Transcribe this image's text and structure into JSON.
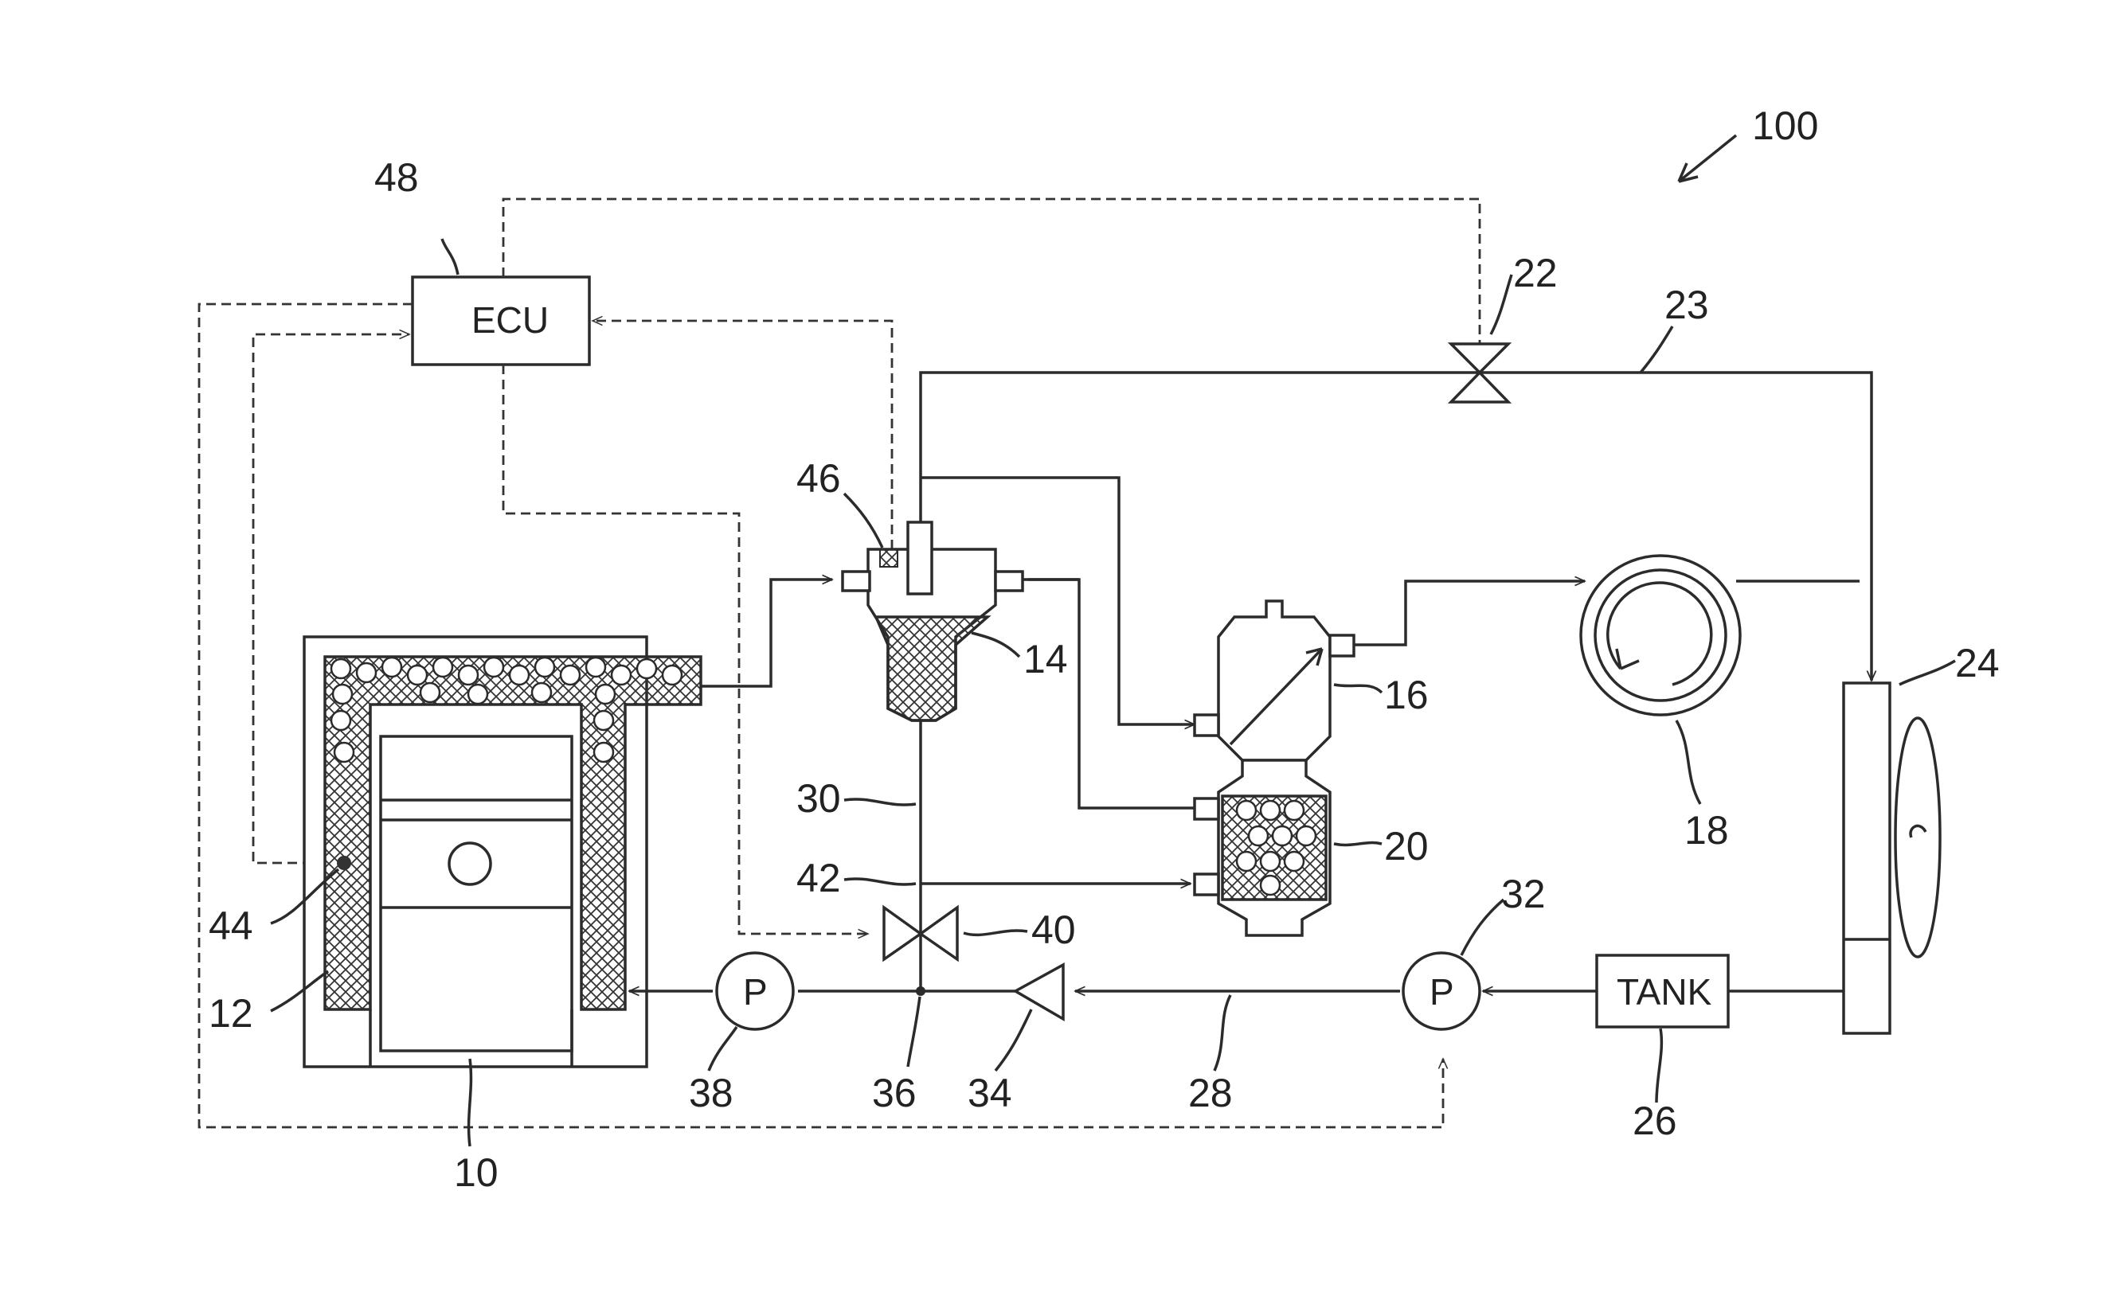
{
  "labels": {
    "system": "100",
    "ecu_ref": "48",
    "ecu_text": "ECU",
    "valve22": "22",
    "pipe23": "23",
    "sensor46": "46",
    "separator14": "14",
    "exchanger16": "16",
    "turbine18": "18",
    "unit20": "20",
    "radiator24": "24",
    "tank_ref": "26",
    "tank_text": "TANK",
    "pipe28": "28",
    "pipe30": "30",
    "pump32": "32",
    "pump32_text": "P",
    "check34": "34",
    "junction36": "36",
    "pump38": "38",
    "pump38_text": "P",
    "valve40": "40",
    "pipe42": "42",
    "sensor44": "44",
    "jacket12": "12",
    "engine10": "10"
  }
}
